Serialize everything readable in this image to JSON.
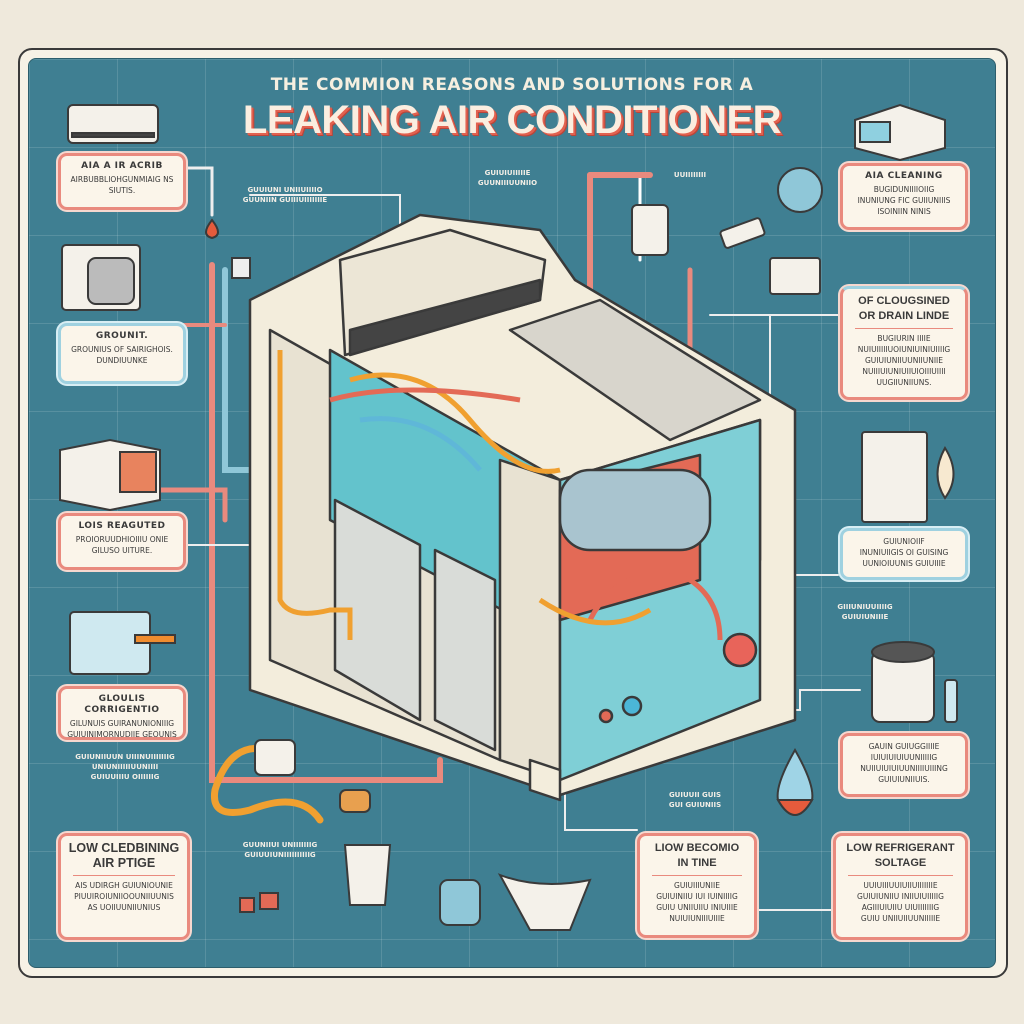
{
  "header": {
    "subtitle": "THE COMMION REASONS AND SOLUTIONS FOR A",
    "title": "LEAKING AIR CONDITIONER"
  },
  "boxes": [
    {
      "heading": "AIA A IR ACRIB",
      "lines": [
        "AIRBUBBLIOHGUNMIAIG NS",
        "SIUTIS."
      ]
    },
    {
      "heading": "GROUNIT.",
      "lines": [
        "GROUNIUS OF SAIRIGHOIS.",
        "DUNDIUUNKE"
      ]
    },
    {
      "heading": "LOIS REAGUTED",
      "lines": [
        "PROIORUUDHIOIIIU ONIE",
        "GILUSO UITURE."
      ]
    },
    {
      "heading": "GLOULIS CORRIGENTIO",
      "lines": [
        "GILUNUIS GUIRANUNIONIIIG",
        "GUIUINIMORNUDIIE GEOUNIS"
      ]
    },
    {
      "heading": "LOW CLEDBINING",
      "heading2": "AIR PTIGE",
      "lines": [
        "AIS UDIRGH GUIUNIOUNIE",
        "PIUUIROIUNIIOOUNIIUUNIS",
        "AS UOIIUUNIIUNIUS"
      ]
    },
    {
      "heading": "AIA CLEANING",
      "lines": [
        "BUGIDUNIIIIOIIG",
        "INUNIUNG FIC GUIIUNIIIS",
        "ISOINIIN NINIS"
      ]
    },
    {
      "heading": "OF CLOUGSINED",
      "heading2": "OR DRAIN LINDE",
      "lines": [
        "BUGIURIN IIIIE",
        "NUIUIIIIIUOIUNIUINIUIIIIG",
        "GUIUIUNIIUUNIIUNIIE",
        "NUIIIUIUNIUIIUIOIIIUIIII",
        "UUGIIUNIIUNS."
      ]
    },
    {
      "heading": "",
      "lines": [
        "GUIUNIOIIF",
        "INUNIUIIGIS OI GUISING",
        "UUNIOIUUNIS GUIUIIIE"
      ]
    },
    {
      "heading": "",
      "lines": [
        "GAUIN GUIUGGIIIIE",
        "IUIUIUIUIUUNIIIIIG",
        "NUIIUIUIUIUUNIIIIUIIING",
        "GUIUIUNIIUIS."
      ]
    },
    {
      "heading": "LIOW BECOMIO",
      "heading2": "IN TINE",
      "lines": [
        "GUIUIIIUNIIE",
        "GUIUINIIU IUI IUINIIIIG",
        "GUIU UNIIUIIU INIUIIIE",
        "NUIUIUNIIIUIIIE"
      ]
    },
    {
      "heading": "LOW REFRIGERANT",
      "heading2": "SOLTAGE",
      "lines": [
        "UUIUIIIUUIUIIUIIIIIIIE",
        "GUIUIUNIIU INIIUIUIIIIIG",
        "AGIIIUIUIIU UIUIIIIIIIG",
        "GUIU UNIIUIIUUNIIIIIE"
      ]
    }
  ],
  "floats": [
    "GUIUNIIUUN UIIINUIIIIIIIG",
    "UNIUNIIIIIUUNIIII",
    "GUUIUNI UNIIUIIIIO",
    "GUUNIIN GUIIIUIIIIIIIE",
    "GUIUIUIIIIIE",
    "GUUNIIIUUNIIO",
    "GIIIUNIUUIIIIG",
    "GUUNIIUI UNIIIIIIIG",
    "GUIUUIUNIIIIIIIIIIG",
    "UUIIIIIIII",
    "GUIUUIIIU OIIIIIIG",
    "GUIUIUNIIIE",
    "GUIUUII GUIS",
    "GUI GUIUNIIS"
  ],
  "colors": {
    "panel": "#3f7f92",
    "accent": "#e2614f",
    "box_border": "#e98a7e",
    "box_bg": "#fbf5ea"
  }
}
